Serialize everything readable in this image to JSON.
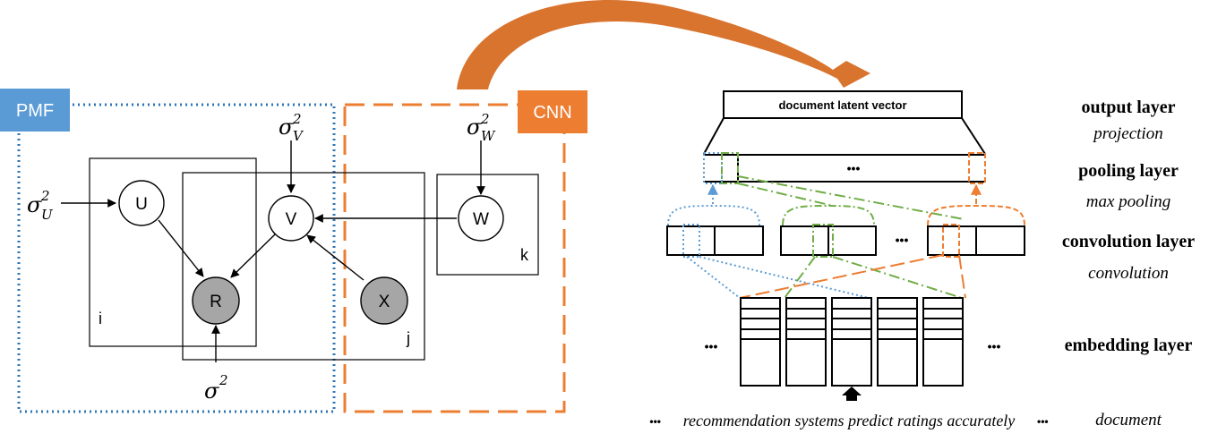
{
  "colors": {
    "pmf_blue": "#5b9bd5",
    "pmf_dotted": "#2e75b6",
    "cnn_orange": "#ed7d31",
    "arrow_brown": "#c55a11",
    "green_dash": "#70ad47",
    "node_shaded": "#a6a6a6",
    "line": "#000000"
  },
  "pmf": {
    "label": "PMF",
    "nodes": {
      "u": "U",
      "r": "R",
      "v": "V"
    },
    "plate_i": "i",
    "plate_j": "j",
    "sigma_u": {
      "base": "σ",
      "sup": "2",
      "sub": "U"
    },
    "sigma_v": {
      "base": "σ",
      "sup": "2",
      "sub": "V"
    },
    "sigma_r": {
      "base": "σ",
      "sup": "2"
    }
  },
  "cnn": {
    "label": "CNN",
    "nodes": {
      "w": "W",
      "x": "X"
    },
    "plate_k": "k",
    "sigma_w": {
      "base": "σ",
      "sup": "2",
      "sub": "W"
    }
  },
  "network": {
    "output_box": "document latent vector",
    "pool_ellipsis": "•••",
    "conv_ellipsis": "•••",
    "embed_left_ellipsis": "•••",
    "embed_right_ellipsis": "•••",
    "sentence": "recommendation systems predict ratings accurately",
    "sentence_left_ellipsis": "•••",
    "sentence_right_ellipsis": "•••"
  },
  "layers": [
    {
      "name": "output layer",
      "op": "projection"
    },
    {
      "name": "pooling layer",
      "op": "max pooling"
    },
    {
      "name": "convolution layer",
      "op": "convolution"
    },
    {
      "name": "embedding layer",
      "op": ""
    },
    {
      "name": "",
      "op": "document"
    }
  ]
}
